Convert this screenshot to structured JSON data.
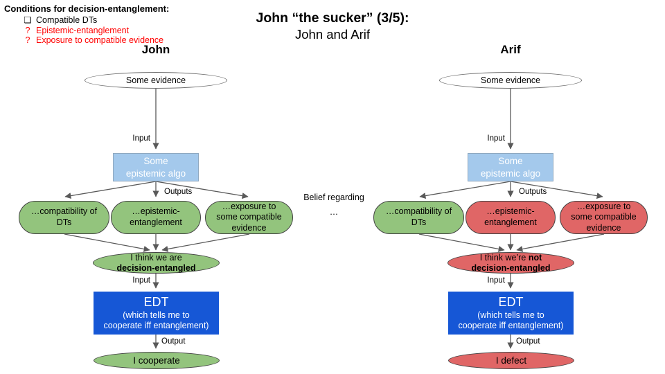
{
  "legend": {
    "title": "Conditions for decision-entanglement:",
    "items": [
      {
        "marker": "❏",
        "label": "Compatible DTs",
        "color": "#000000"
      },
      {
        "marker": "?",
        "label": "Epistemic-entanglement",
        "color": "#ff0000"
      },
      {
        "marker": "?",
        "label": "Exposure to compatible evidence",
        "color": "#ff0000"
      }
    ]
  },
  "title": {
    "line1": "John “the sucker” (3/5):",
    "line2": "John and Arif"
  },
  "center_note": {
    "line1": "Belief regarding",
    "line2": "…"
  },
  "flow_labels": {
    "input": "Input",
    "outputs": "Outputs",
    "output": "Output"
  },
  "colors": {
    "belief_green": "#93c47d",
    "belief_red": "#e06666",
    "algo_blue": "#a4c9ec",
    "edt_blue": "#1657d6",
    "connector_gray": "#595959",
    "legend_red": "#ff0000"
  },
  "columns": [
    {
      "header": "John",
      "evidence": "Some evidence",
      "algo": "Some\nepistemic algo",
      "beliefs": [
        {
          "text": "…compatibility of\nDTs",
          "status": "green"
        },
        {
          "text": "…epistemic-\nentanglement",
          "status": "green"
        },
        {
          "text": "…exposure to\nsome compatible\nevidence",
          "status": "green"
        }
      ],
      "conclusion": {
        "line1": "I think we are",
        "line1_bold": "",
        "line2": "decision-entangled",
        "status": "green"
      },
      "edt": {
        "title": "EDT",
        "subtitle": "(which tells me to\ncooperate iff entanglement)"
      },
      "action": {
        "text": "I cooperate",
        "status": "green"
      }
    },
    {
      "header": "Arif",
      "evidence": "Some evidence",
      "algo": "Some\nepistemic algo",
      "beliefs": [
        {
          "text": "…compatibility of\nDTs",
          "status": "green"
        },
        {
          "text": "…epistemic-\nentanglement",
          "status": "red"
        },
        {
          "text": "…exposure to\nsome compatible\nevidence",
          "status": "red"
        }
      ],
      "conclusion": {
        "line1": "I think we’re ",
        "line1_bold": "not",
        "line2": "decision-entangled",
        "status": "red"
      },
      "edt": {
        "title": "EDT",
        "subtitle": "(which tells me to\ncooperate iff entanglement)"
      },
      "action": {
        "text": "I defect",
        "status": "red"
      }
    }
  ]
}
